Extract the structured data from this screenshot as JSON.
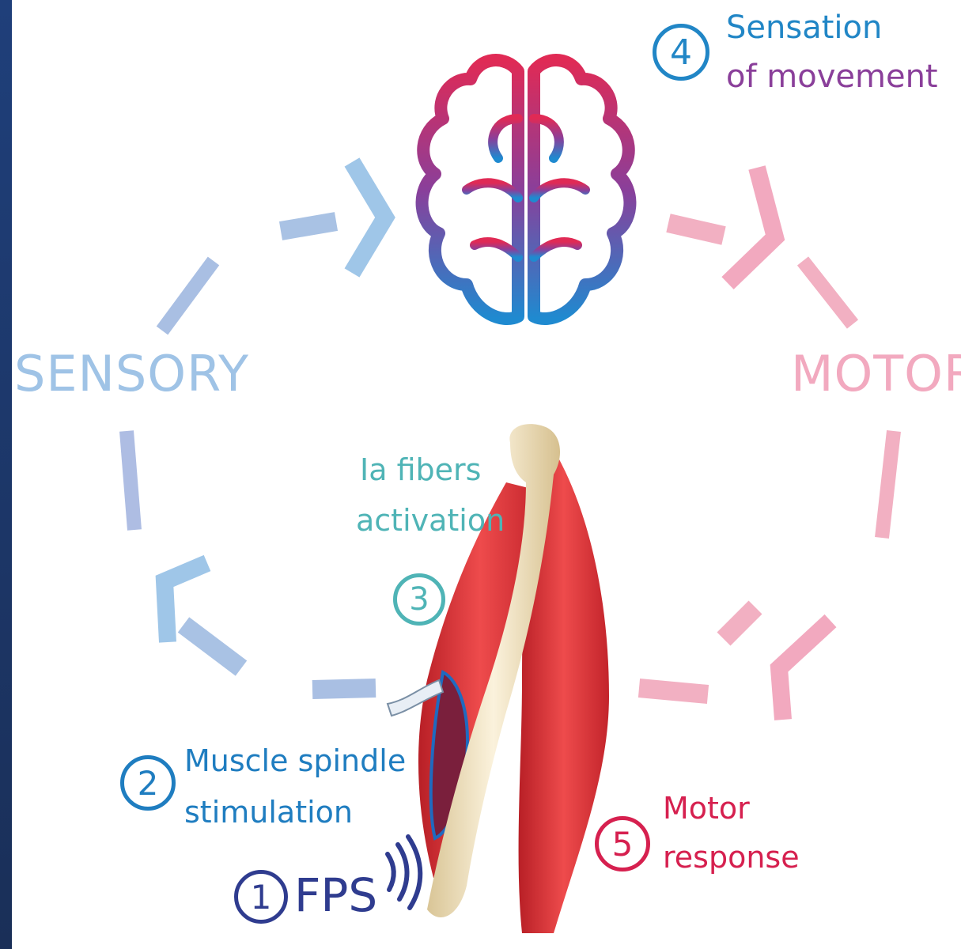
{
  "labels": {
    "sensory": "SENSORY",
    "motor": "MOTOR"
  },
  "steps": {
    "step1": {
      "number": "1",
      "text": "FPS"
    },
    "step2": {
      "number": "2",
      "line1": "Muscle spindle",
      "line2": "stimulation"
    },
    "step3": {
      "number": "3",
      "line1": "Ia fibers",
      "line2": "activation"
    },
    "step4": {
      "number": "4",
      "line1": "Sensation",
      "line2": "of movement"
    },
    "step5": {
      "number": "5",
      "line1": "Motor",
      "line2": "response"
    }
  },
  "colors": {
    "sensory": "#9fc3e6",
    "motor": "#f2a9bf",
    "step1": "#2f3c8f",
    "step2": "#1f7dc0",
    "step3": "#4fb4b6",
    "step4": "#2186c6",
    "step5": "#d6204f",
    "brain_top": "#e02a55",
    "brain_bottom": "#1f8ad0",
    "muscle": "#e03a3c",
    "bone": "#eedfb8",
    "frame": "#1f3f7a"
  },
  "icons": [
    "brain-icon",
    "muscle-illustration",
    "bone-illustration",
    "vibration-icon"
  ]
}
